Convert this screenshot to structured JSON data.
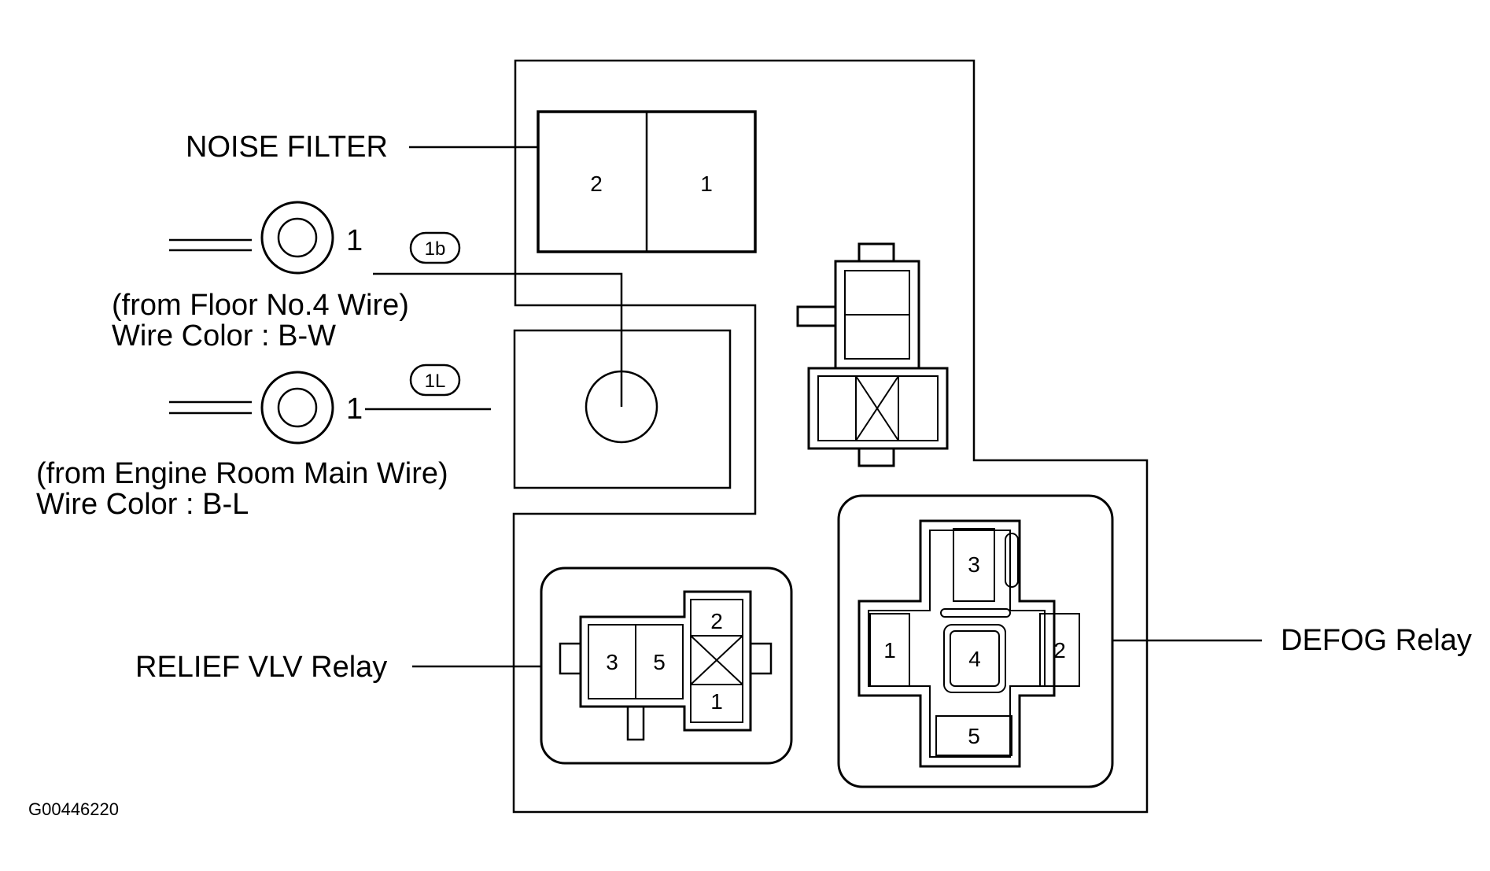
{
  "labels": {
    "noise_filter": "NOISE FILTER",
    "relief_vlv_relay": "RELIEF VLV Relay",
    "defog_relay": "DEFOG Relay",
    "terminal_1b": {
      "pin": "1",
      "tag": "1b",
      "source": "(from Floor No.4 Wire)",
      "wire_color": "Wire Color : B-W"
    },
    "terminal_1l": {
      "pin": "1",
      "tag": "1L",
      "source": "(from Engine Room Main Wire)",
      "wire_color": "Wire Color : B-L"
    }
  },
  "noise_filter_pins": [
    "2",
    "1"
  ],
  "relief_vlv_pins": [
    "3",
    "5",
    "2",
    "1"
  ],
  "defog_pins": [
    "3",
    "1",
    "4",
    "2",
    "5"
  ],
  "figure_code": "G00446220",
  "colors": {
    "line": "#000000",
    "background": "#ffffff"
  }
}
